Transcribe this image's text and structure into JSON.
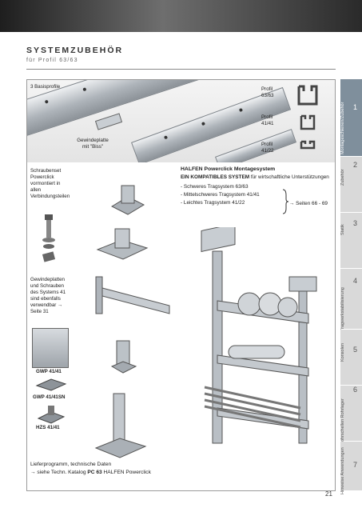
{
  "header": {
    "title": "SYSTEMZUBEHÖR",
    "subtitle": "für Profil 63/63"
  },
  "top_section": {
    "basisprofile_label": "3 Basisprofile",
    "gewindeplatte_label": "Gewindeplatte mit \"Biss\"",
    "profiles": [
      {
        "label": "Profil 63/63"
      },
      {
        "label": "Profil 41/41"
      },
      {
        "label": "Profil 41/22"
      }
    ]
  },
  "left_notes": {
    "schraubenset": "Schraubenset Powerclick vormontiert in allen Verbindungsteilen",
    "gewindeplatten": "Gewindeplatten und Schrauben des Systems 41 sind ebenfalls verwendbar → Seite 31"
  },
  "parts": [
    {
      "label": "GWP 41/41"
    },
    {
      "label": "GWP 41/41SN"
    },
    {
      "label": "HZS 41/41"
    }
  ],
  "info_box": {
    "heading": "HALFEN Powerclick Montagesystem",
    "lead_bold": "EIN KOMPATIBLES SYSTEM",
    "lead_rest": " für wirtschaftliche Unterstützungen",
    "items": [
      "- Schweres Tragsystem 63/63",
      "- Mittelschweres Tragsystem 41/41",
      "- Leichtes Tragsystem 41/22"
    ],
    "reference": "→ Seiten 66 - 69"
  },
  "footer_note": {
    "line1": "Lieferprogramm, technische Daten",
    "line2_prefix": "→ siehe Techn. Katalog ",
    "line2_bold": "PC 63",
    "line2_suffix": " HALFEN Powerclick"
  },
  "tabs": [
    {
      "num": "1",
      "label": "Montageschienen/Zubehör",
      "active": true
    },
    {
      "num": "2",
      "label": "Zubehör",
      "active": false
    },
    {
      "num": "3",
      "label": "Statik",
      "active": false
    },
    {
      "num": "4",
      "label": "Tragwerkstabilisierung",
      "active": false
    },
    {
      "num": "5",
      "label": "Konsolen",
      "active": false
    },
    {
      "num": "6",
      "label": "Rohrschellen Rohrlager",
      "active": false
    },
    {
      "num": "7",
      "label": "Hinweise Anwendungen",
      "active": false
    }
  ],
  "page_number": "21",
  "colors": {
    "accent_tab": "#7f8f9c",
    "tab_inactive": "#d9d9d9",
    "frame": "#9a9a9a"
  }
}
